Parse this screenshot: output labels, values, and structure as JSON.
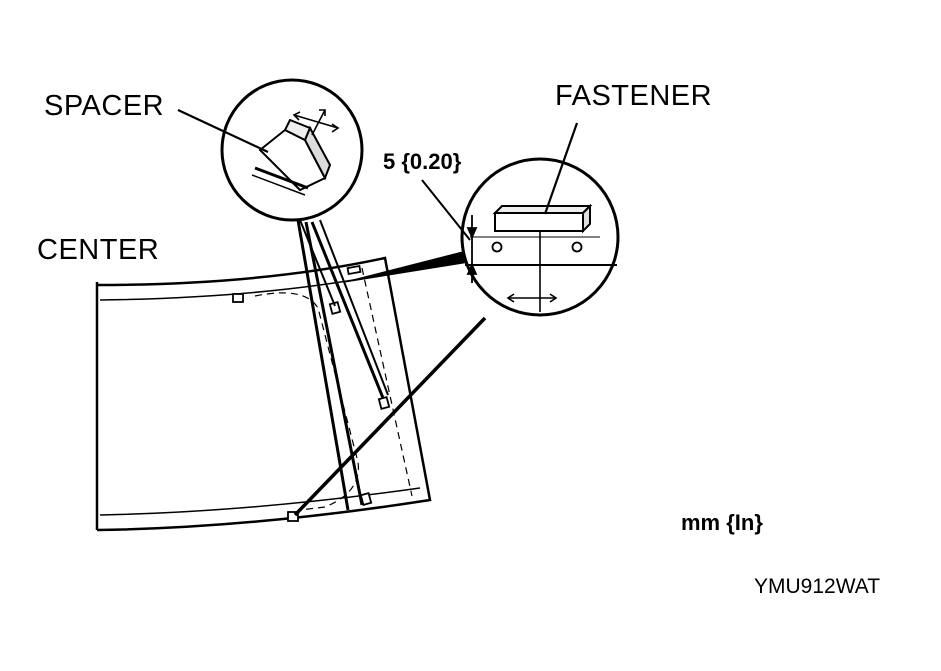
{
  "labels": {
    "spacer": "SPACER",
    "fastener": "FASTENER",
    "center": "CENTER",
    "dimension": "5 {0.20}",
    "unit": "mm {In}",
    "figure_code": "YMU912WAT"
  },
  "colors": {
    "ink": "#000000",
    "background": "#ffffff"
  }
}
